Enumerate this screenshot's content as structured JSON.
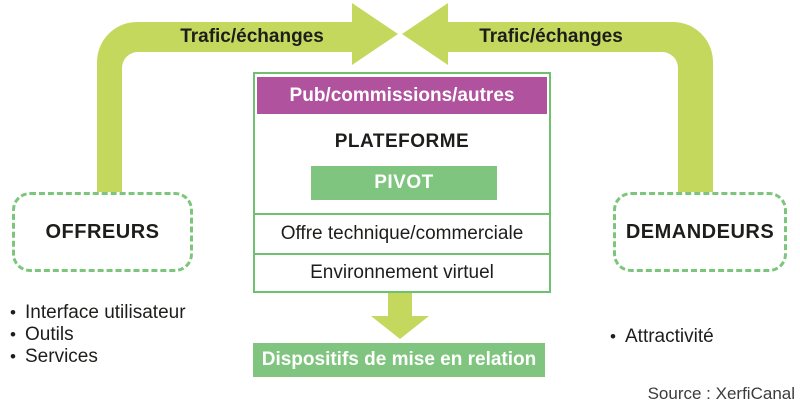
{
  "colors": {
    "arrow": "#c4d85e",
    "dashed_border": "#7cc67c",
    "box_border": "#6fc06f",
    "solid_green": "#80c57f",
    "magenta": "#b0529d",
    "text_dark": "#1d1d1b",
    "source_text": "#3c3c3c"
  },
  "arrows": {
    "left_label": "Trafic/échanges",
    "right_label": "Trafic/échanges"
  },
  "left_box": {
    "label": "OFFREURS"
  },
  "right_box": {
    "label": "DEMANDEURS"
  },
  "platform": {
    "header": "Pub/commissions/autres",
    "title": "PLATEFORME",
    "pivot": "PIVOT",
    "rows": [
      "Offre technique/commerciale",
      "Environnement virtuel"
    ]
  },
  "bottom_box": {
    "label": "Dispositifs de mise en relation"
  },
  "left_list": {
    "items": [
      "Interface utilisateur",
      "Outils",
      "Services"
    ]
  },
  "right_list": {
    "items": [
      "Attractivité"
    ]
  },
  "source": "Source : XerfiCanal"
}
